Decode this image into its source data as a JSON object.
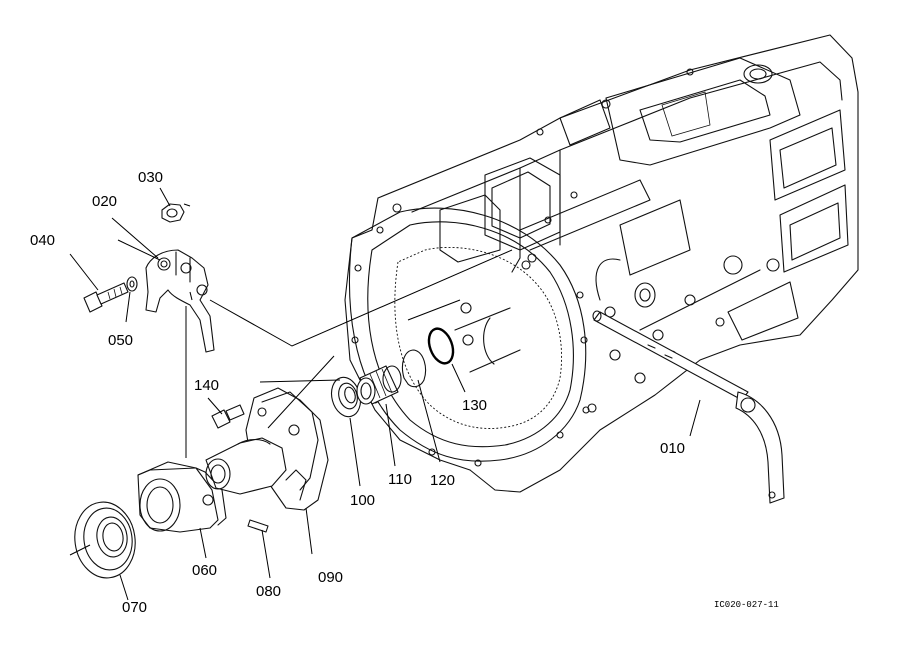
{
  "parts": [
    {
      "id": "p010",
      "label": "010",
      "name": "shift-rod"
    },
    {
      "id": "p020",
      "label": "020",
      "name": "shift-fork"
    },
    {
      "id": "p030",
      "label": "030",
      "name": "nut"
    },
    {
      "id": "p040",
      "label": "040",
      "name": "bolt"
    },
    {
      "id": "p050",
      "label": "050",
      "name": "spring-washer"
    },
    {
      "id": "p060",
      "label": "060",
      "name": "release-hub"
    },
    {
      "id": "p070",
      "label": "070",
      "name": "release-bearing"
    },
    {
      "id": "p080",
      "label": "080",
      "name": "pin"
    },
    {
      "id": "p090",
      "label": "090",
      "name": "bearing-holder"
    },
    {
      "id": "p100",
      "label": "100",
      "name": "oil-seal"
    },
    {
      "id": "p110",
      "label": "110",
      "name": "needle-bearing"
    },
    {
      "id": "p120",
      "label": "120",
      "name": "snap-ring"
    },
    {
      "id": "p130",
      "label": "130",
      "name": "o-ring"
    },
    {
      "id": "p140",
      "label": "140",
      "name": "bolt"
    }
  ],
  "drawing_code": "IC020-027-11"
}
